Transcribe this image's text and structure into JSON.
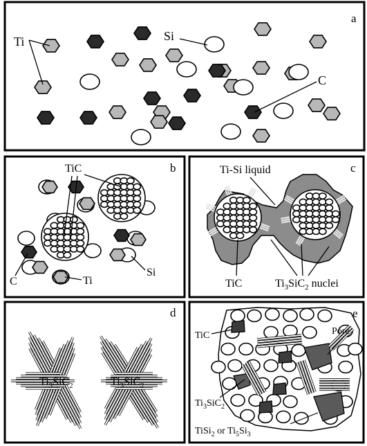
{
  "panels": {
    "a": {
      "letter": "a",
      "labels": {
        "ti": "Ti",
        "si": "Si",
        "c": "C"
      }
    },
    "b": {
      "letter": "b",
      "labels": {
        "tic": "TiC",
        "c": "C",
        "ti": "Ti",
        "si": "Si"
      }
    },
    "c": {
      "letter": "c",
      "labels": {
        "liquid": "Ti-Si liquid",
        "tic": "TiC",
        "nuclei_ti": "Ti",
        "nuclei_sub3": "3",
        "nuclei_sic": "SiC",
        "nuclei_sub2": "2",
        "nuclei_word": " nuclei"
      }
    },
    "d": {
      "letter": "d",
      "labels": {
        "ti": "Ti",
        "sub3": "3",
        "sic": "SiC",
        "sub2": "2"
      }
    },
    "e": {
      "letter": "e",
      "labels": {
        "tic": "TiC",
        "pore": "Pore",
        "ti": "Ti",
        "sub3": "3",
        "sic": "SiC",
        "sub2": "2",
        "tisi_a": "TiSi",
        "tisi_sub2": "2",
        "or": " or Ti",
        "ti5_sub": "5",
        "si": "Si",
        "si_sub3": "3"
      }
    }
  },
  "colors": {
    "ti_particle": "#b8b8b8",
    "c_particle": "#2a2a2a",
    "si_particle": "#ffffff",
    "liquid": "#8c8c8c",
    "pore": "#5a5a5a",
    "outline": "#000000"
  }
}
